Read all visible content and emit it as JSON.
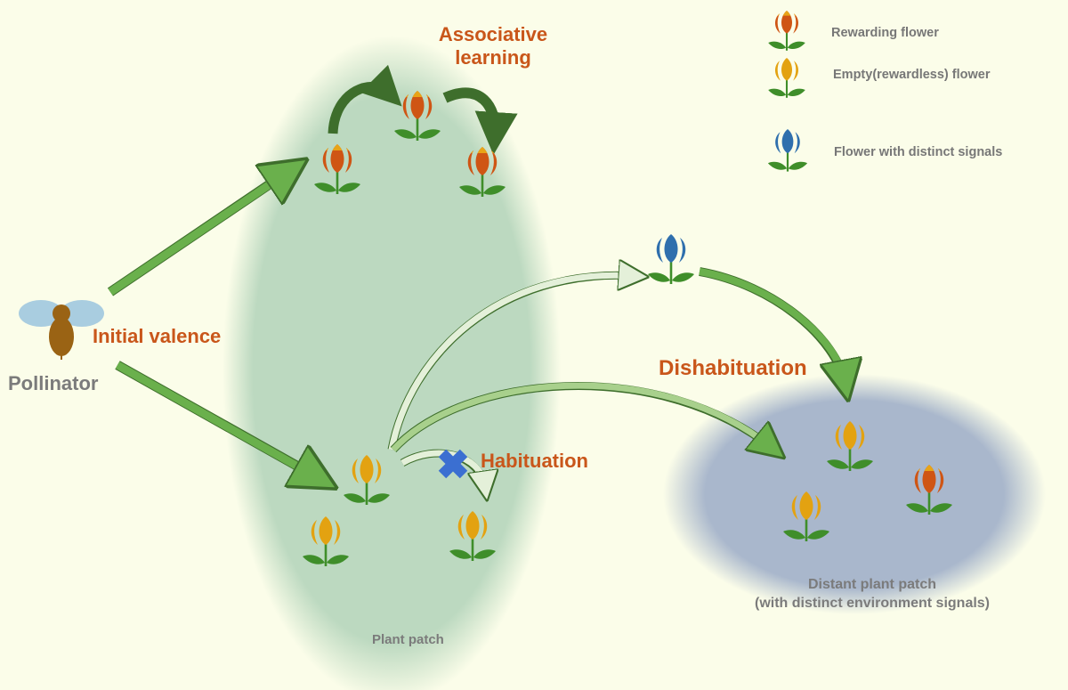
{
  "colors": {
    "background": "#fbfde9",
    "plant_patch": "#bcd9c0",
    "distant_patch": "#a9b7cc",
    "label_orange": "#c9561a",
    "label_gray": "#7b7b7b",
    "rewarding_petal": "#cf5514",
    "rewarding_top": "#e8a417",
    "empty_petal": "#e3a211",
    "distinct_petal": "#2f6fad",
    "leaf": "#3f8e2a",
    "arrow_green": "#6ab04c",
    "arrow_dark": "#3e6e2c",
    "arrow_pale": "#e4f0d9",
    "cross_blue": "#3b6fd1",
    "bee_body": "#9a6314",
    "bee_wing": "#a9cde0"
  },
  "legend": {
    "items": [
      {
        "type": "rewarding",
        "label": "Rewarding flower"
      },
      {
        "type": "empty",
        "label": "Empty(rewardless) flower"
      },
      {
        "type": "distinct",
        "label": "Flower with distinct signals"
      }
    ]
  },
  "labels": {
    "pollinator": "Pollinator",
    "initial_valence": "Initial valence",
    "associative_learning_line1": "Associative",
    "associative_learning_line2": "learning",
    "habituation": "Habituation",
    "dishabituation": "Dishabituation",
    "plant_patch": "Plant patch",
    "distant_patch_line1": "Distant plant patch",
    "distant_patch_line2": "(with distinct environment signals)"
  },
  "flowers": {
    "associative_group": [
      "rewarding",
      "rewarding",
      "rewarding"
    ],
    "habituation_group": [
      "empty",
      "empty",
      "empty"
    ],
    "distinct_signal_flower": "distinct",
    "distant_patch_group": [
      "empty",
      "empty",
      "rewarding"
    ]
  }
}
